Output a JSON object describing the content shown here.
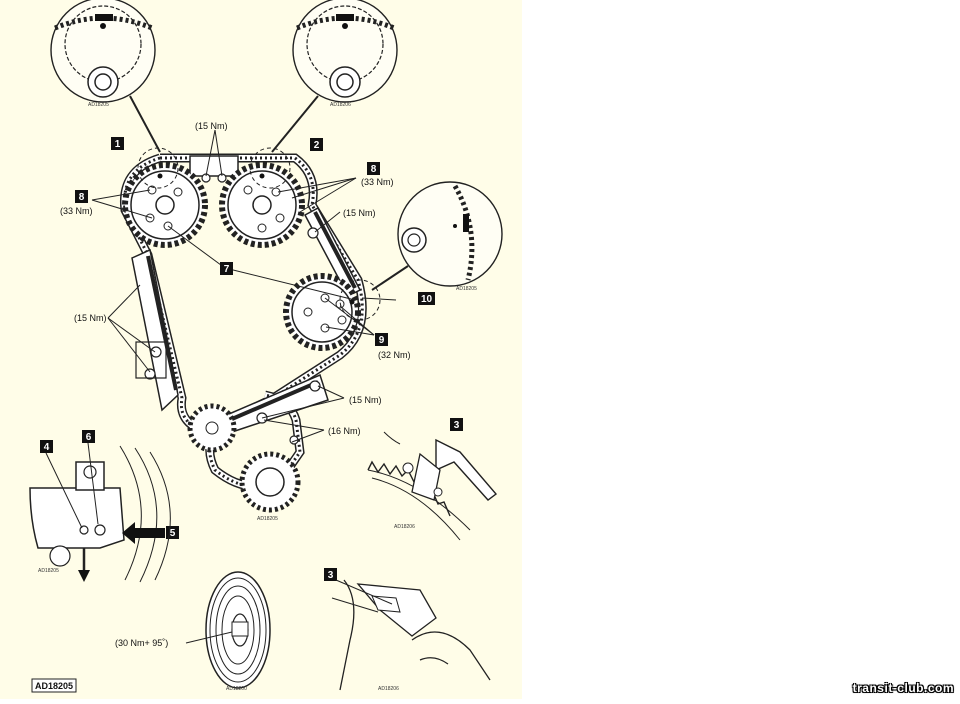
{
  "figure_id": "AD18205",
  "watermark": "transit-club.com",
  "callouts": {
    "c1": "1",
    "c2": "2",
    "c3a": "3",
    "c3b": "3",
    "c4": "4",
    "c5": "5",
    "c6": "6",
    "c7": "7",
    "c8a": "8",
    "c8b": "8",
    "c9": "9",
    "c10": "10"
  },
  "torque": {
    "top_center": "(15 Nm)",
    "left_cam": "(33 Nm)",
    "right_cam": "(33 Nm)",
    "rail_right": "(15 Nm)",
    "guide_left": "(15 Nm)",
    "intermediate": "(32 Nm)",
    "lower_right": "(15 Nm)",
    "tensioner_arm": "(16 Nm)",
    "crank_pulley": "(30 Nm+ 95˚)"
  },
  "detail_codes": {
    "top_left": "AD18205",
    "top_right": "AD18206",
    "mid_right": "AD18205",
    "crank_sprocket": "AD18205",
    "tensioner": "AD18205",
    "tool_top": "AD18206",
    "tool_bottom": "AD18206",
    "pulley": "AD18200"
  }
}
